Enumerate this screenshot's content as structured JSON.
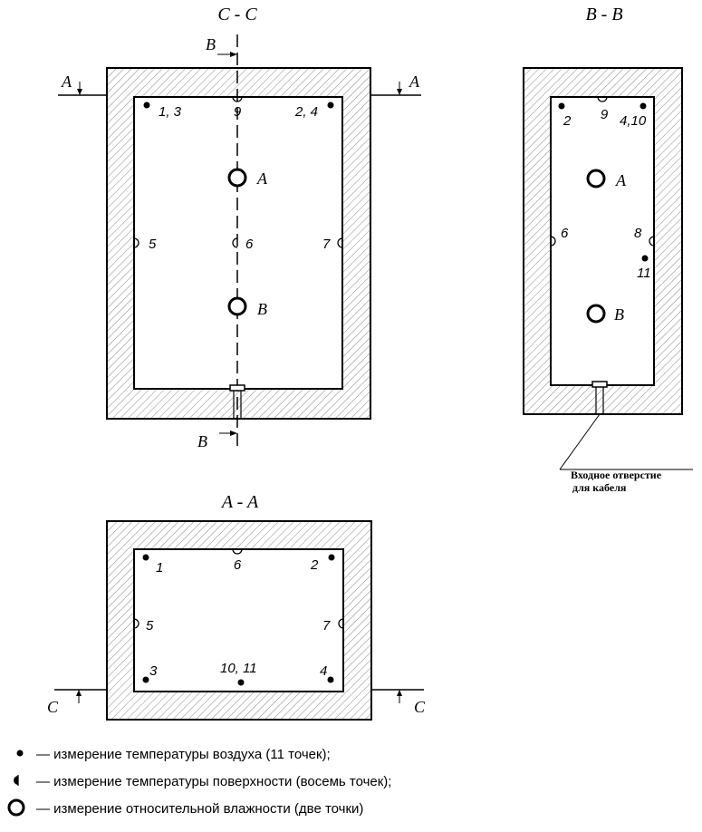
{
  "sections": {
    "cc": {
      "title": "C - C",
      "cut_label_top": "B",
      "cut_label_bottom": "B",
      "cut_label_left": "A",
      "cut_label_right": "A",
      "points": {
        "p13": "1, 3",
        "p24": "2, 4",
        "p9": "9",
        "p5": "5",
        "p6": "6",
        "p7": "7"
      },
      "humidity": {
        "a": "A",
        "b": "B"
      }
    },
    "bb": {
      "title": "B - B",
      "points": {
        "p2": "2",
        "p9": "9",
        "p410": "4,10",
        "p6": "6",
        "p8": "8",
        "p11": "11"
      },
      "humidity": {
        "a": "A",
        "b": "B"
      },
      "note_line1": "Входное отверстие",
      "note_line2": "для кабеля"
    },
    "aa": {
      "title": "A - A",
      "cut_label_left": "C",
      "cut_label_right": "C",
      "points": {
        "p1": "1",
        "p6": "6",
        "p2": "2",
        "p5": "5",
        "p7": "7",
        "p3": "3",
        "p1011": "10, 11",
        "p4": "4"
      }
    }
  },
  "legend": {
    "air": "— измерение температуры воздуха (11 точек);",
    "surface": "— измерение температуры поверхности (восемь точек);",
    "humidity": "— измерение относительной влажности (две точки)"
  }
}
